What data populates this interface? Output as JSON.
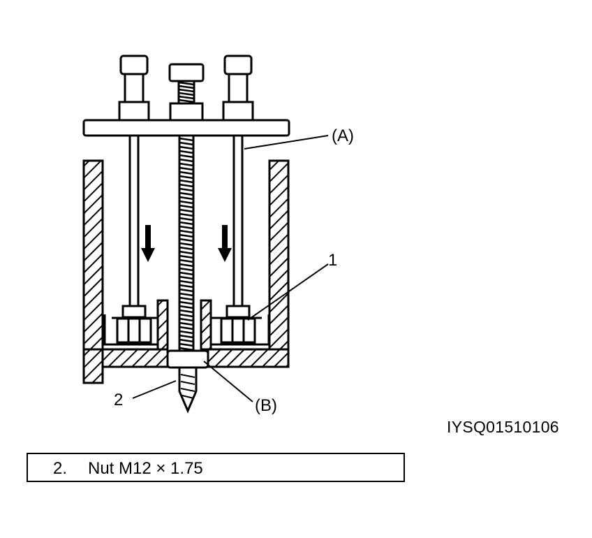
{
  "figure": {
    "callouts": {
      "a": "(A)",
      "one": "1",
      "two": "2",
      "b": "(B)"
    },
    "image_code": "IYSQ01510106"
  },
  "legend": {
    "number": "2.",
    "text": "Nut M12 × 1.75"
  }
}
